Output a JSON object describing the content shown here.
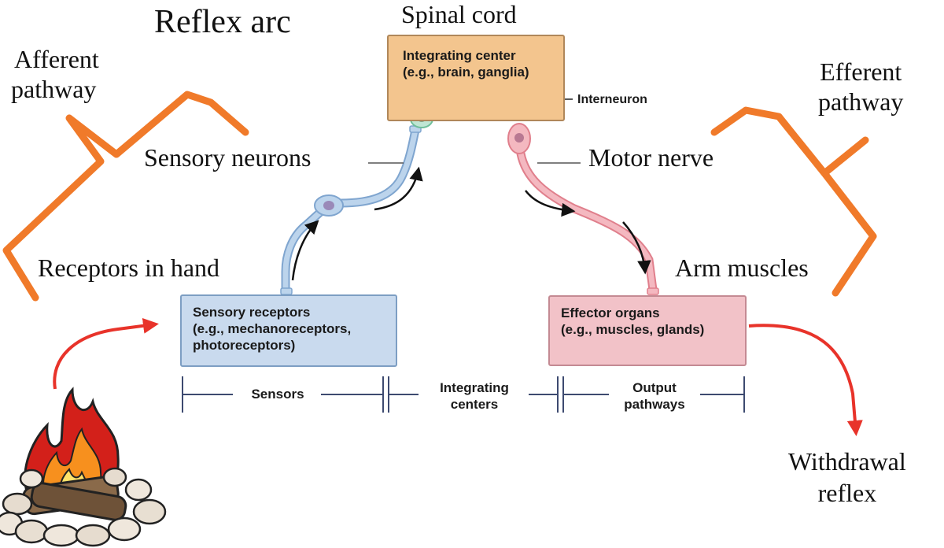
{
  "title": "Reflex arc",
  "labels": {
    "spinal_cord": "Spinal cord",
    "afferent": [
      "Afferent",
      "pathway"
    ],
    "efferent": [
      "Efferent",
      "pathway"
    ],
    "sensory_neurons": "Sensory neurons",
    "motor_nerve": "Motor nerve",
    "receptors_in_hand": "Receptors in hand",
    "arm_muscles": "Arm muscles",
    "withdrawal": [
      "Withdrawal",
      "reflex"
    ],
    "interneuron": "Interneuron"
  },
  "boxes": {
    "center": [
      "Integrating center",
      "(e.g., brain, ganglia)"
    ],
    "sensor": [
      "Sensory receptors",
      "(e.g., mechanoreceptors,",
      "photoreceptors)"
    ],
    "effector": [
      "Effector organs",
      "(e.g., muscles, glands)"
    ]
  },
  "scale": {
    "sensors": "Sensors",
    "integrating": [
      "Integrating",
      "centers"
    ],
    "output": [
      "Output",
      "pathways"
    ]
  },
  "colors": {
    "brace": "#f07a2a",
    "red_arrow": "#e8332a",
    "sensory_neuron": "#a9c6e4",
    "interneuron": "#a8dcc4",
    "motor_neuron": "#f0a3ad",
    "center_box": "#f3c58e",
    "sensor_box": "#c9daee",
    "effector_box": "#f2c2c8",
    "scale_line": "#3d4a70"
  },
  "icons": [
    "campfire-icon"
  ]
}
